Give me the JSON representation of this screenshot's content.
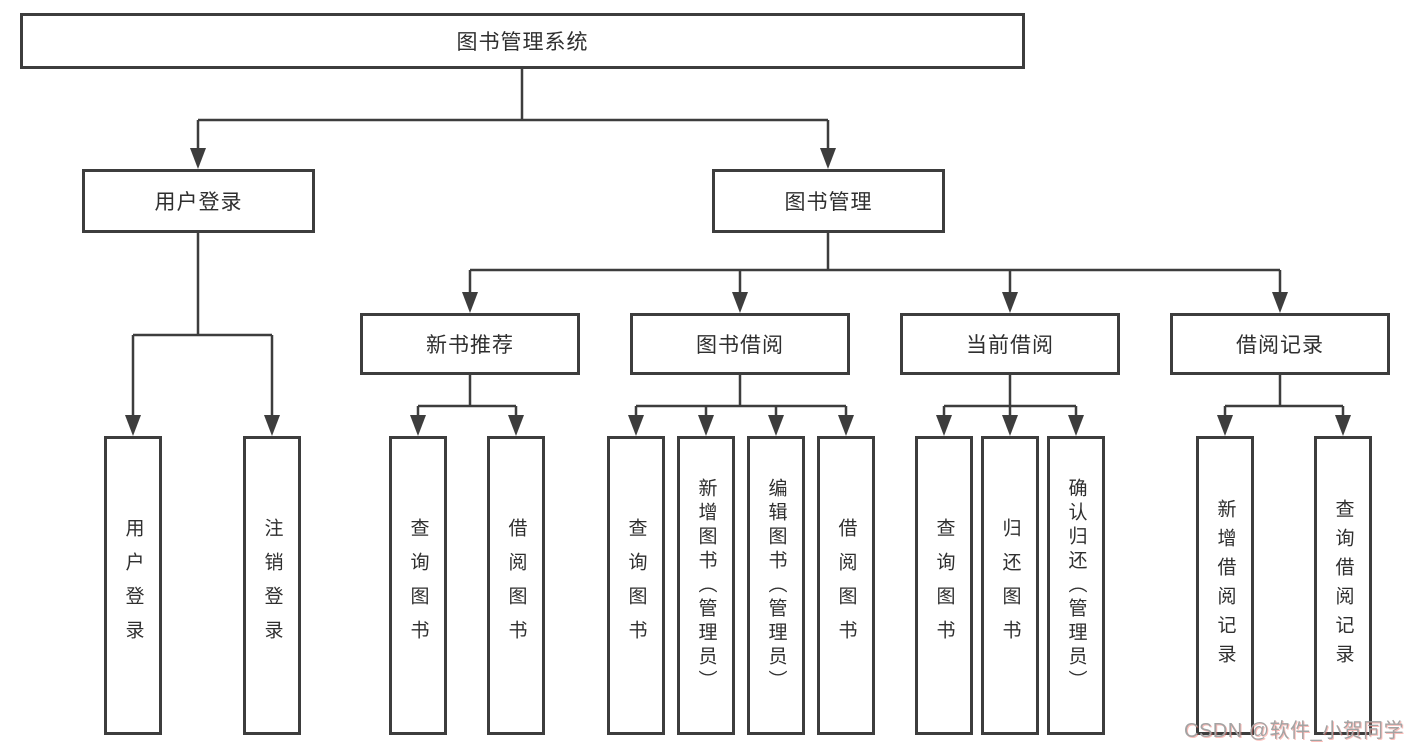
{
  "diagram": {
    "tree": {
      "root": {
        "label": "图书管理系统",
        "children": [
          {
            "label": "用户登录",
            "children": [
              {
                "label": "用户登录"
              },
              {
                "label": "注销登录"
              }
            ]
          },
          {
            "label": "图书管理",
            "children": [
              {
                "label": "新书推荐",
                "children": [
                  {
                    "label": "查询图书"
                  },
                  {
                    "label": "借阅图书"
                  }
                ]
              },
              {
                "label": "图书借阅",
                "children": [
                  {
                    "label": "查询图书"
                  },
                  {
                    "label": "新增图书（管理员）"
                  },
                  {
                    "label": "编辑图书（管理员）"
                  },
                  {
                    "label": "借阅图书"
                  }
                ]
              },
              {
                "label": "当前借阅",
                "children": [
                  {
                    "label": "查询图书"
                  },
                  {
                    "label": "归还图书"
                  },
                  {
                    "label": "确认归还（管理员）"
                  }
                ]
              },
              {
                "label": "借阅记录",
                "children": [
                  {
                    "label": "新增借阅记录"
                  },
                  {
                    "label": "查询借阅记录"
                  }
                ]
              }
            ]
          }
        ]
      }
    },
    "colors": {
      "line": "#3d3d3d",
      "text": "#2f2f2f",
      "background": "#ffffff",
      "watermark_gray": "#a3a3a3",
      "watermark_red_shadow": "#f66e66"
    }
  },
  "watermark": {
    "text": "CSDN @软件_小贺同学"
  }
}
